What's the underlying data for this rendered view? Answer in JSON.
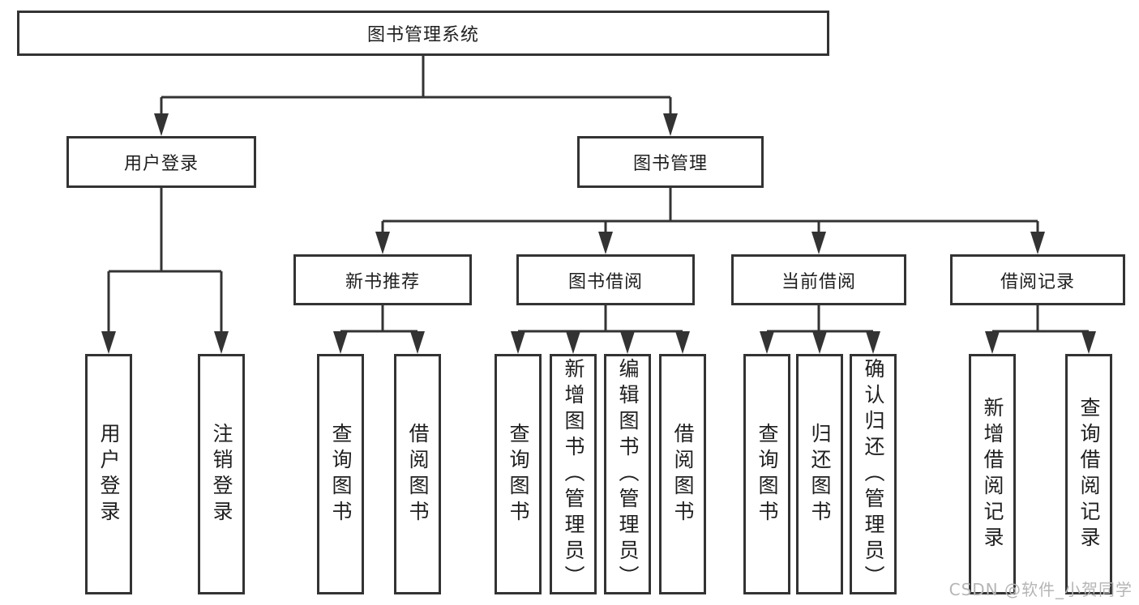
{
  "colors": {
    "line": "#333333",
    "text": "#1f1f1f",
    "watermark": "#b5b5b5",
    "background": "#ffffff"
  },
  "tree": {
    "label": "图书管理系统",
    "children": [
      {
        "label": "用户登录",
        "children": [
          {
            "label": "用户登录"
          },
          {
            "label": "注销登录"
          }
        ]
      },
      {
        "label": "图书管理",
        "children": [
          {
            "label": "新书推荐",
            "children": [
              {
                "label": "查询图书"
              },
              {
                "label": "借阅图书"
              }
            ]
          },
          {
            "label": "图书借阅",
            "children": [
              {
                "label": "查询图书"
              },
              {
                "label": "新增图书（管理员）"
              },
              {
                "label": "编辑图书（管理员）"
              },
              {
                "label": "借阅图书"
              }
            ]
          },
          {
            "label": "当前借阅",
            "children": [
              {
                "label": "查询图书"
              },
              {
                "label": "归还图书"
              },
              {
                "label": "确认归还（管理员）"
              }
            ]
          },
          {
            "label": "借阅记录",
            "children": [
              {
                "label": "新增借阅记录"
              },
              {
                "label": "查询借阅记录"
              }
            ]
          }
        ]
      }
    ]
  },
  "watermark": {
    "text": "CSDN @软件_小贺同学"
  }
}
